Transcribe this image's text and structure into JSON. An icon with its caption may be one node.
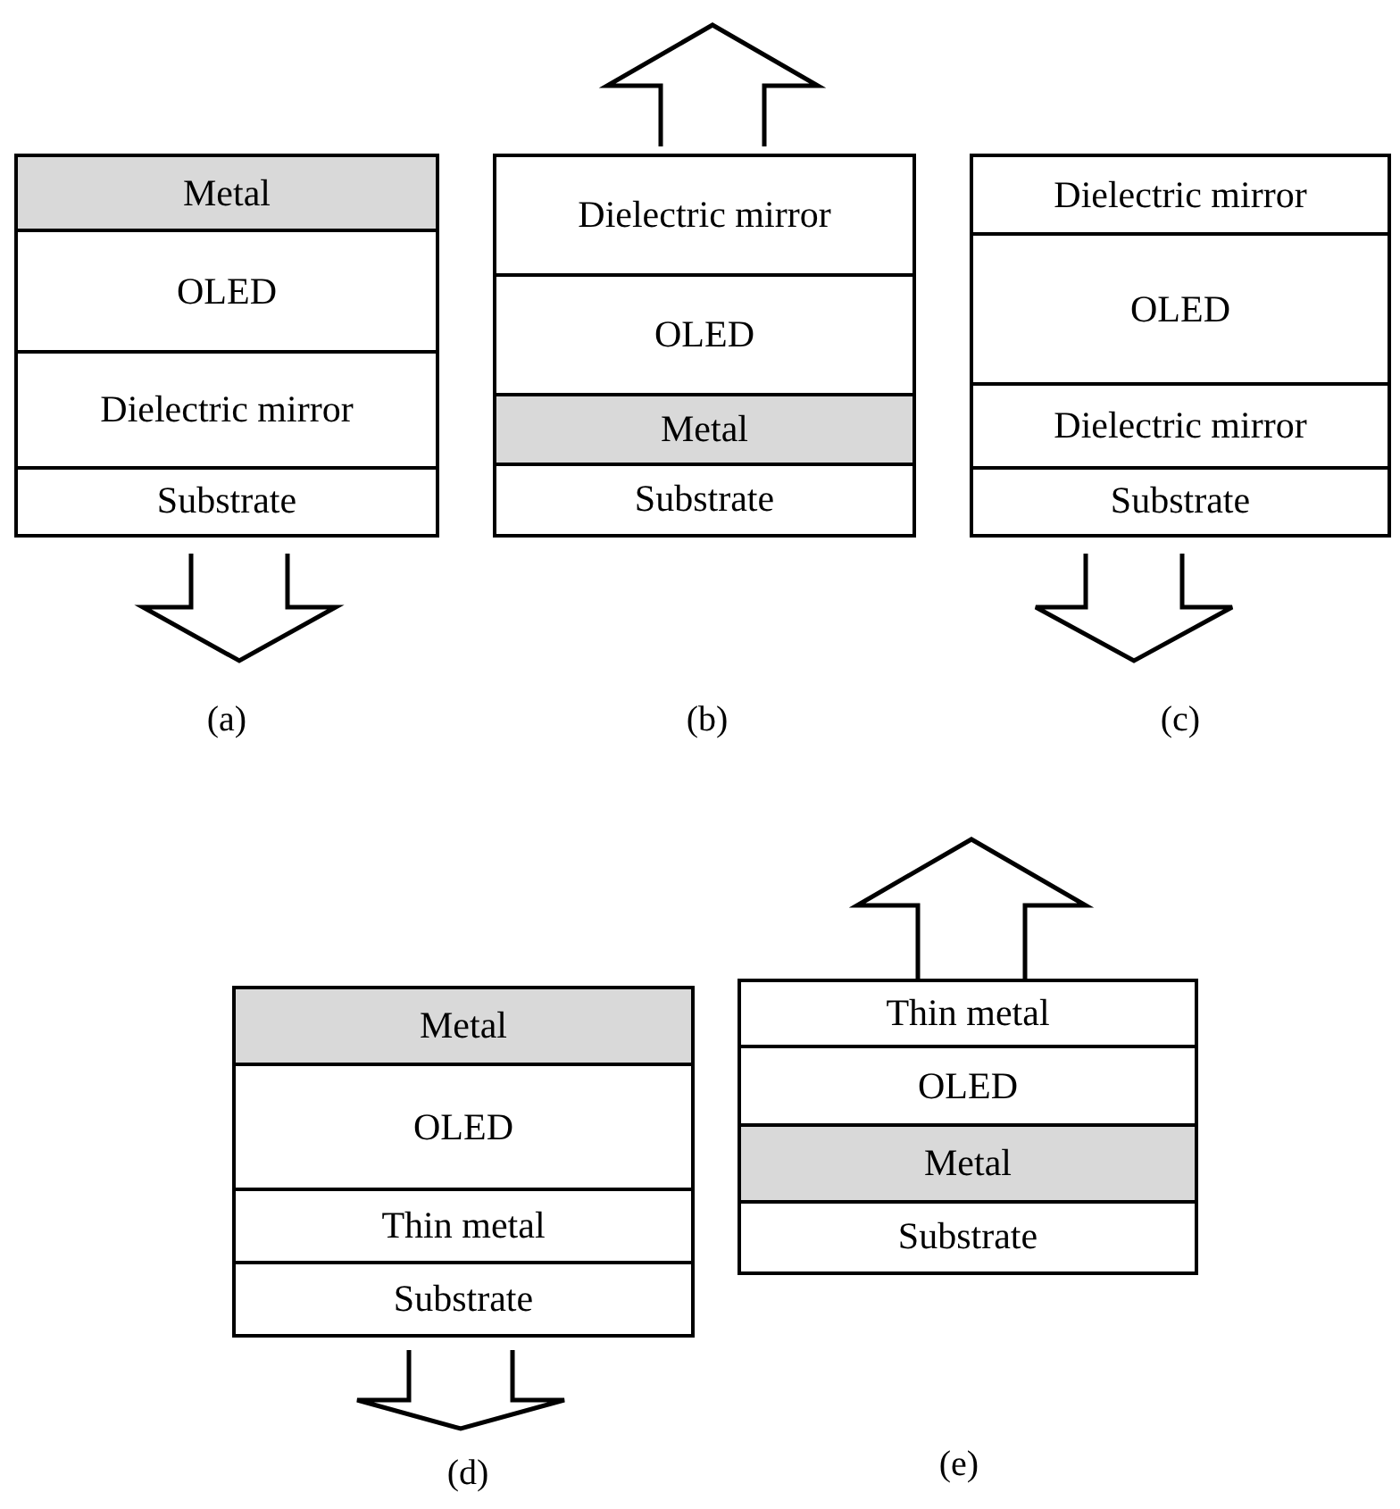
{
  "diagram": {
    "nodes": [
      {
        "text": [
          "Metal"
        ]
      },
      {
        "text": [
          "OLED"
        ]
      },
      {
        "text": [
          "Dielectric mirror"
        ]
      },
      {
        "text": [
          "Substrate"
        ]
      },
      {
        "text": [
          "Dielectric mirror"
        ]
      },
      {
        "text": [
          "OLED"
        ]
      },
      {
        "text": [
          "Metal"
        ]
      },
      {
        "text": [
          "Substrate"
        ]
      },
      {
        "text": [
          "Dielectric mirror"
        ]
      },
      {
        "text": [
          "OLED"
        ]
      },
      {
        "text": [
          "Dielectric mirror"
        ]
      },
      {
        "text": [
          "Substrate"
        ]
      },
      {
        "text": [
          "Metal"
        ]
      },
      {
        "text": [
          "OLED"
        ]
      },
      {
        "text": [
          "Thin metal"
        ]
      },
      {
        "text": [
          "Substrate"
        ]
      },
      {
        "text": [
          "Thin metal"
        ]
      },
      {
        "text": [
          "OLED"
        ]
      },
      {
        "text": [
          "Metal"
        ]
      },
      {
        "text": [
          "Substrate"
        ]
      }
    ],
    "edges": [],
    "labels": [
      "(a)",
      "(b)",
      "(c)",
      "(d)",
      "(e)"
    ]
  }
}
